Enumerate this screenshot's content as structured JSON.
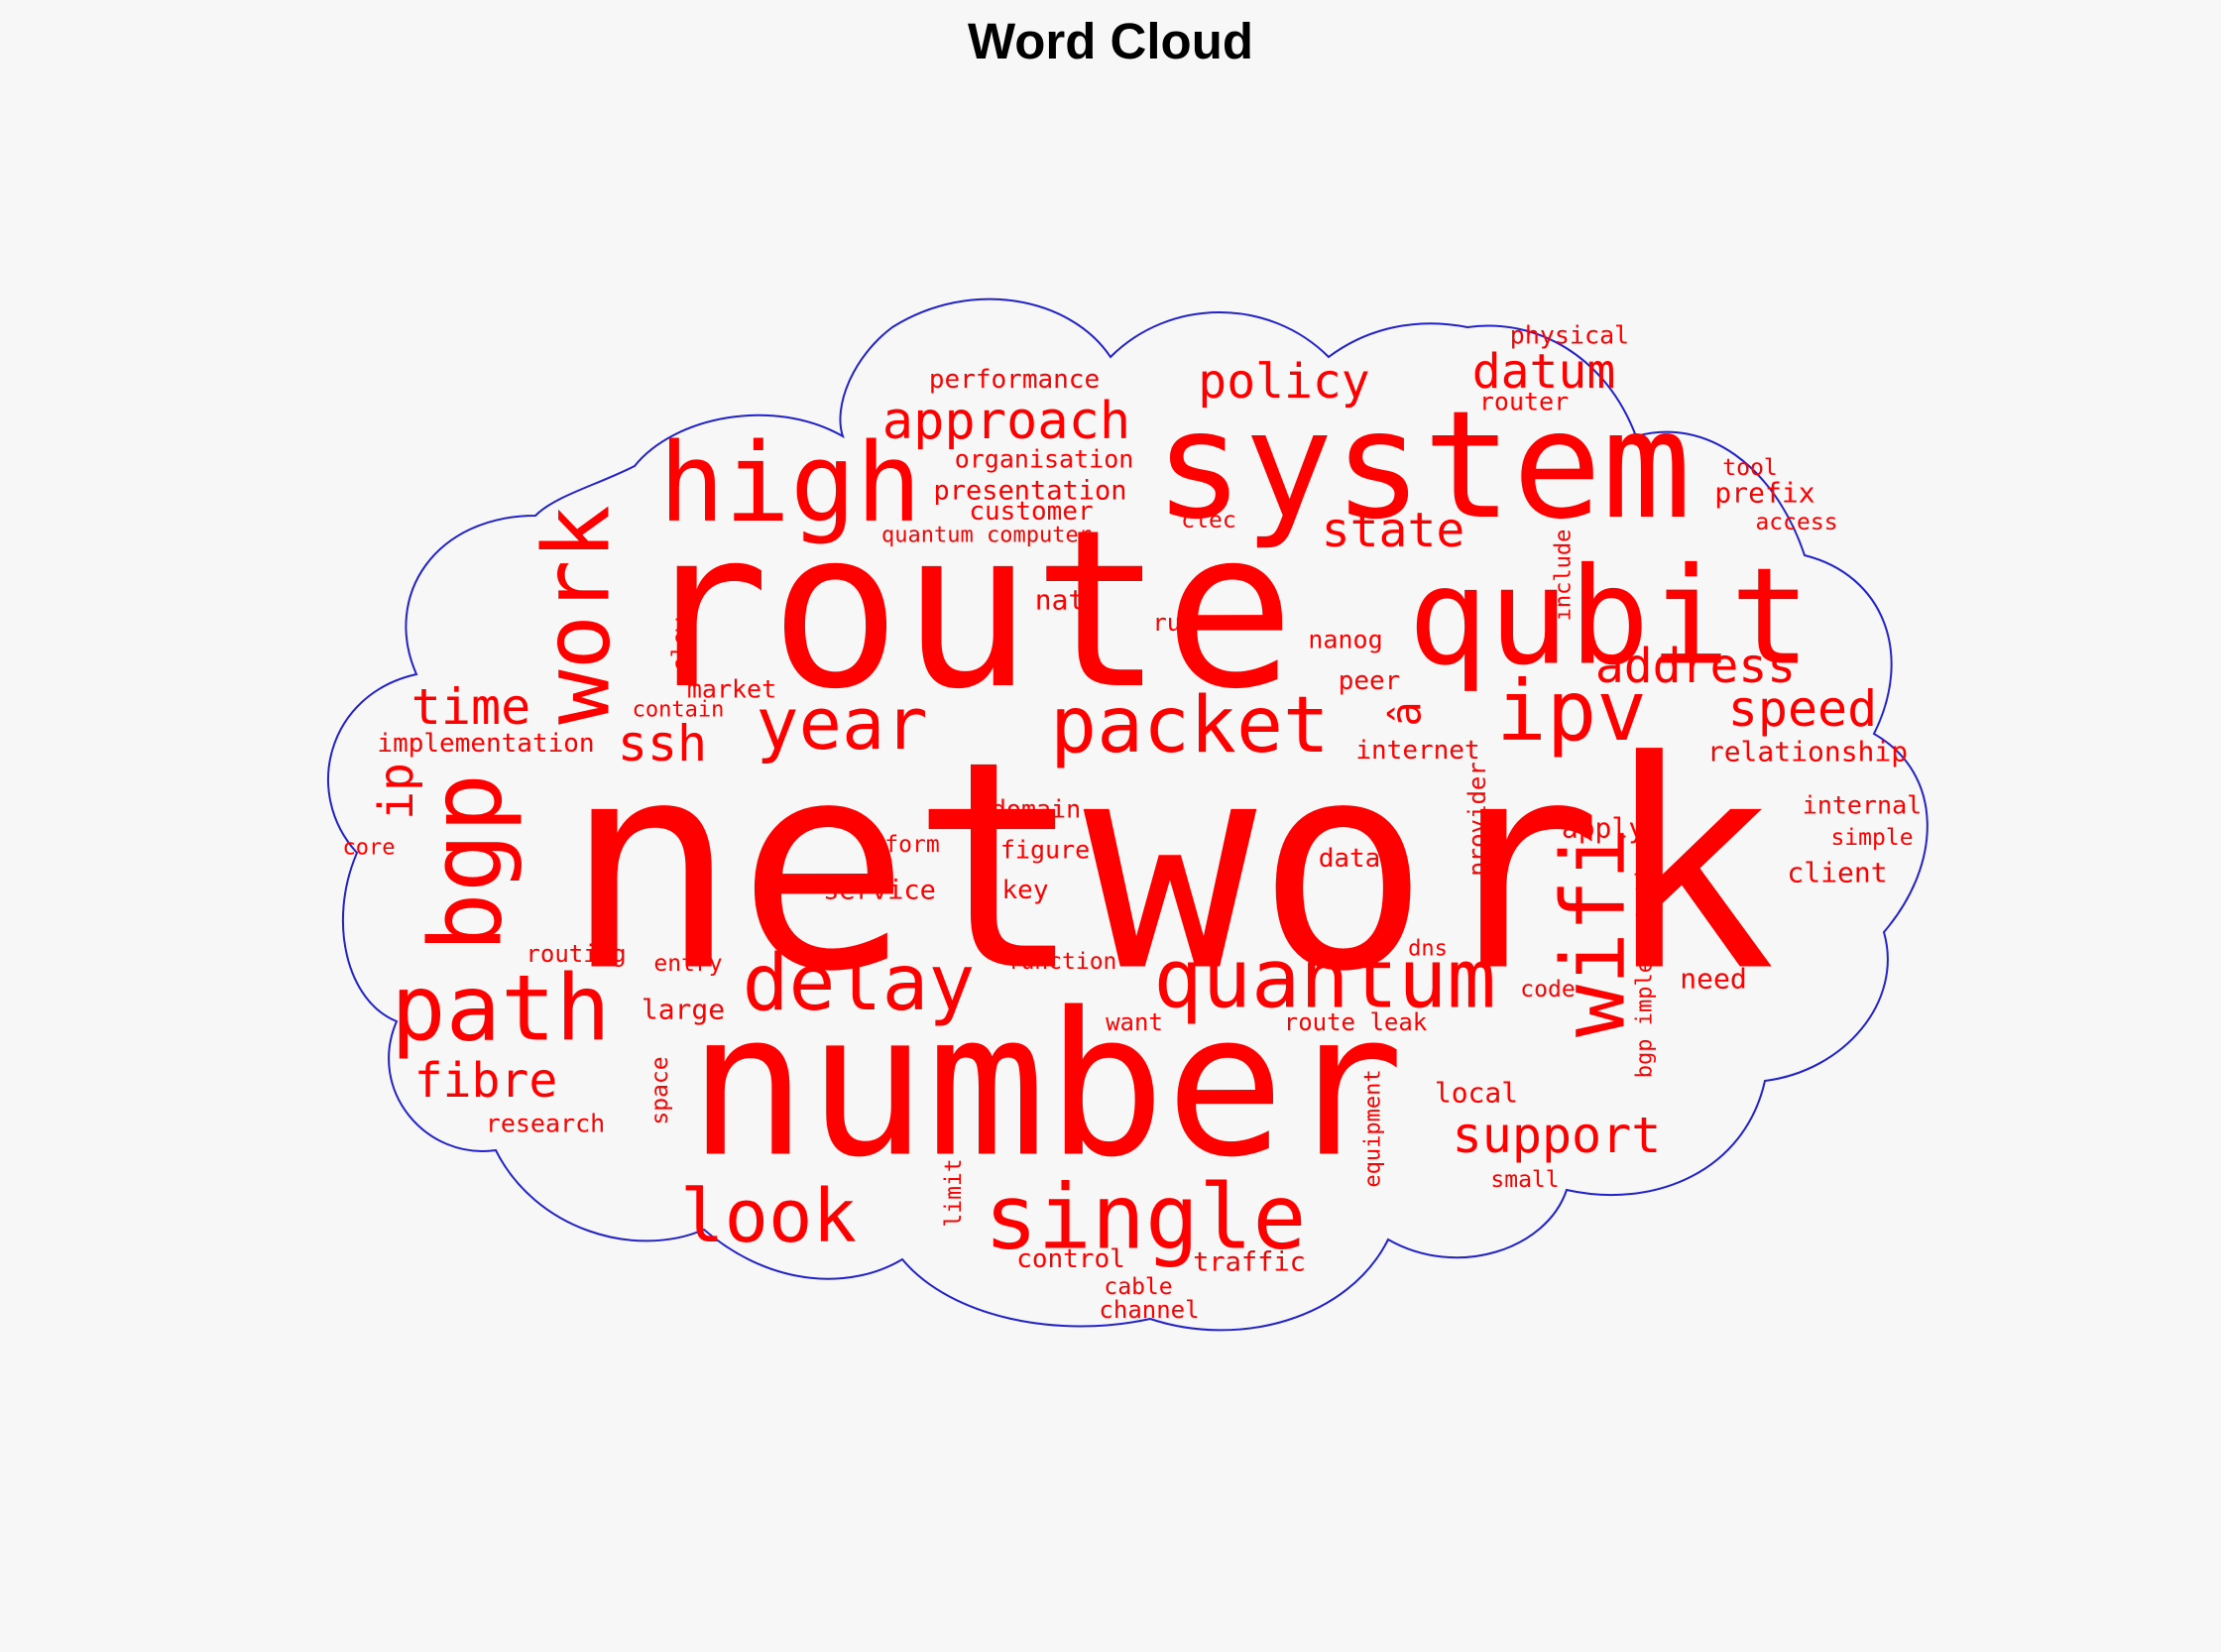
{
  "title": "Word Cloud",
  "colors": {
    "background": "#f7f7f7",
    "word": "#ff0000",
    "outline": "#2222cc",
    "title": "#000000"
  },
  "words": [
    "network",
    "route",
    "number",
    "system",
    "qubit",
    "high",
    "packet",
    "single",
    "path",
    "work",
    "bgp",
    "quantum",
    "delay",
    "wifi",
    "year",
    "ipv",
    "look",
    "approach",
    "address",
    "datum",
    "policy",
    "time",
    "state",
    "speed",
    "support",
    "fibre",
    "ssh",
    "ip",
    "â",
    "performance",
    "physical",
    "router",
    "organisation",
    "presentation",
    "customer",
    "quantum computer",
    "tool",
    "prefix",
    "access",
    "clec",
    "include",
    "nat",
    "run",
    "nanog",
    "slow",
    "market",
    "contain",
    "peer",
    "implementation",
    "internet",
    "relationship",
    "provider",
    "domain",
    "form",
    "figure",
    "data",
    "apply",
    "internal",
    "simple",
    "core",
    "client",
    "service",
    "key",
    "routing",
    "entry",
    "function",
    "dns",
    "need",
    "bgp implementation",
    "large",
    "code",
    "want",
    "route leak",
    "case",
    "space",
    "equipment",
    "local",
    "research",
    "limit",
    "small",
    "control",
    "traffic",
    "cable",
    "channel"
  ]
}
